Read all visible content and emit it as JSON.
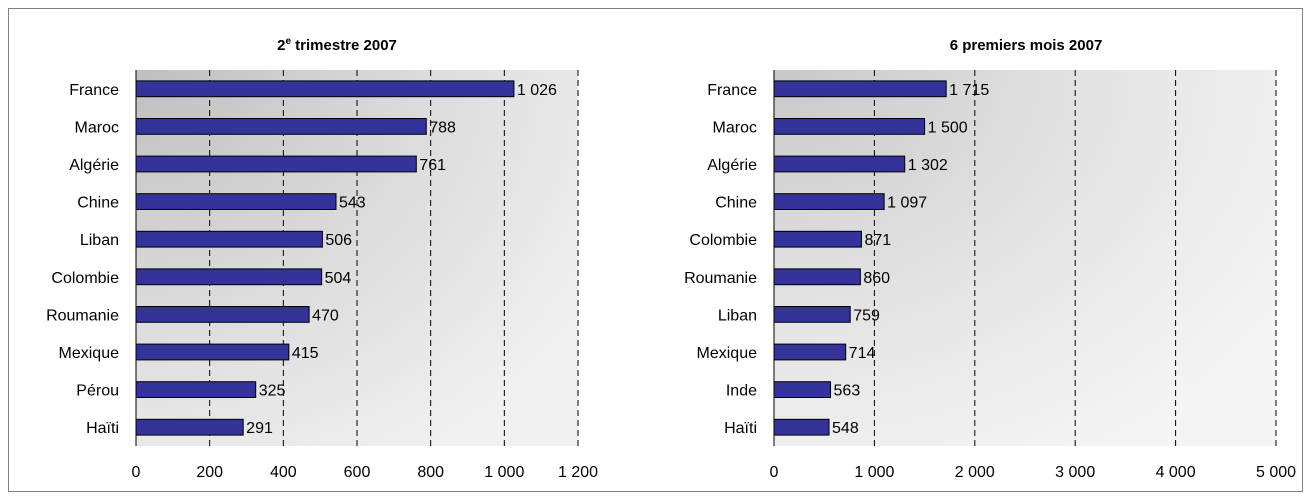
{
  "colors": {
    "bar_fill": "#333399",
    "bar_stroke": "#000000",
    "plot_dark": "#c0c0c0",
    "plot_light": "#f2f2f2",
    "grid": "#000000"
  },
  "chart_data": [
    {
      "type": "bar",
      "orientation": "horizontal",
      "title": "2e trimestre 2007",
      "title_main": "2",
      "title_sup": "e",
      "title_rest": " trimestre 2007",
      "categories": [
        "France",
        "Maroc",
        "Algérie",
        "Chine",
        "Liban",
        "Colombie",
        "Roumanie",
        "Mexique",
        "Pérou",
        "Haïti"
      ],
      "values": [
        1026,
        788,
        761,
        543,
        506,
        504,
        470,
        415,
        325,
        291
      ],
      "value_labels": [
        "1 026",
        "788",
        "761",
        "543",
        "506",
        "504",
        "470",
        "415",
        "325",
        "291"
      ],
      "xlim": [
        0,
        1200
      ],
      "xticks": [
        0,
        200,
        400,
        600,
        800,
        1000,
        1200
      ],
      "xtick_labels": [
        "0",
        "200",
        "400",
        "600",
        "800",
        "1 000",
        "1 200"
      ],
      "grid": "vertical-dashed",
      "xlabel": "",
      "ylabel": ""
    },
    {
      "type": "bar",
      "orientation": "horizontal",
      "title": "6 premiers mois 2007",
      "title_main": "6 premiers mois 2007",
      "title_sup": "",
      "title_rest": "",
      "categories": [
        "France",
        "Maroc",
        "Algérie",
        "Chine",
        "Colombie",
        "Roumanie",
        "Liban",
        "Mexique",
        "Inde",
        "Haïti"
      ],
      "values": [
        1715,
        1500,
        1302,
        1097,
        871,
        860,
        759,
        714,
        563,
        548
      ],
      "value_labels": [
        "1 715",
        "1 500",
        "1 302",
        "1 097",
        "871",
        "860",
        "759",
        "714",
        "563",
        "548"
      ],
      "xlim": [
        0,
        5000
      ],
      "xticks": [
        0,
        1000,
        2000,
        3000,
        4000,
        5000
      ],
      "xtick_labels": [
        "0",
        "1 000",
        "2 000",
        "3 000",
        "4 000",
        "5 000"
      ],
      "grid": "vertical-dashed",
      "xlabel": "",
      "ylabel": ""
    }
  ]
}
